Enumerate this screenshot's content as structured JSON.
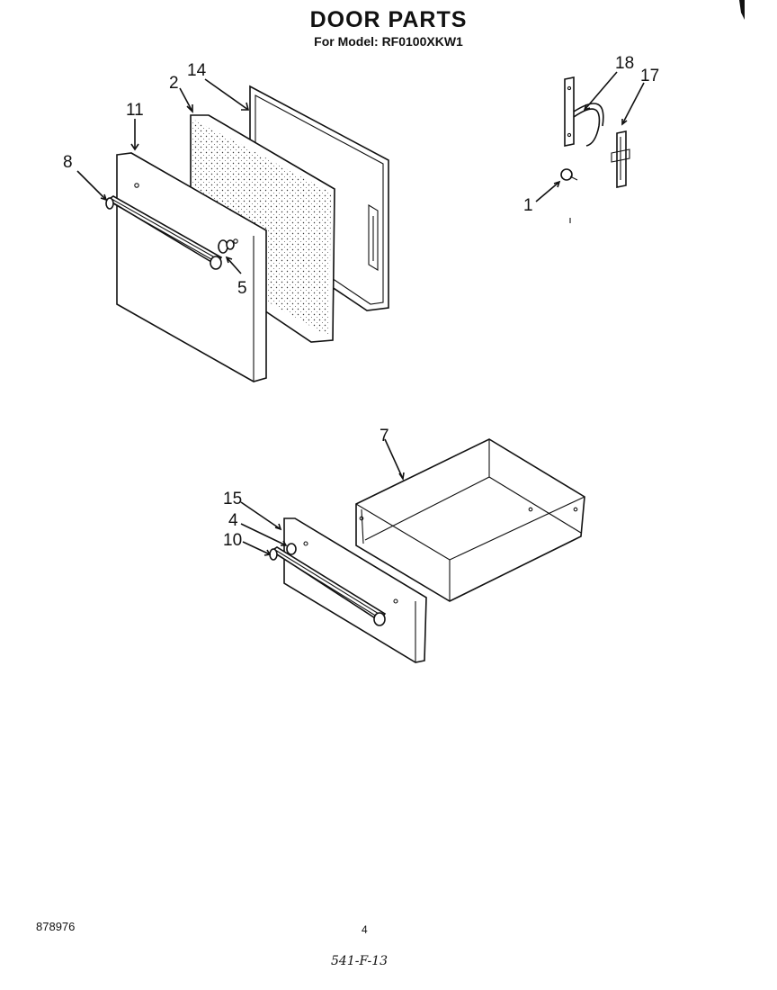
{
  "header": {
    "title": "DOOR PARTS",
    "subtitle": "For Model: RF0100XKW1"
  },
  "callouts": [
    "14",
    "2",
    "11",
    "8",
    "5",
    "18",
    "17",
    "1",
    "7",
    "15",
    "4",
    "10"
  ],
  "footer": {
    "code": "878976",
    "page": "4",
    "handwritten": "541-F-13"
  }
}
